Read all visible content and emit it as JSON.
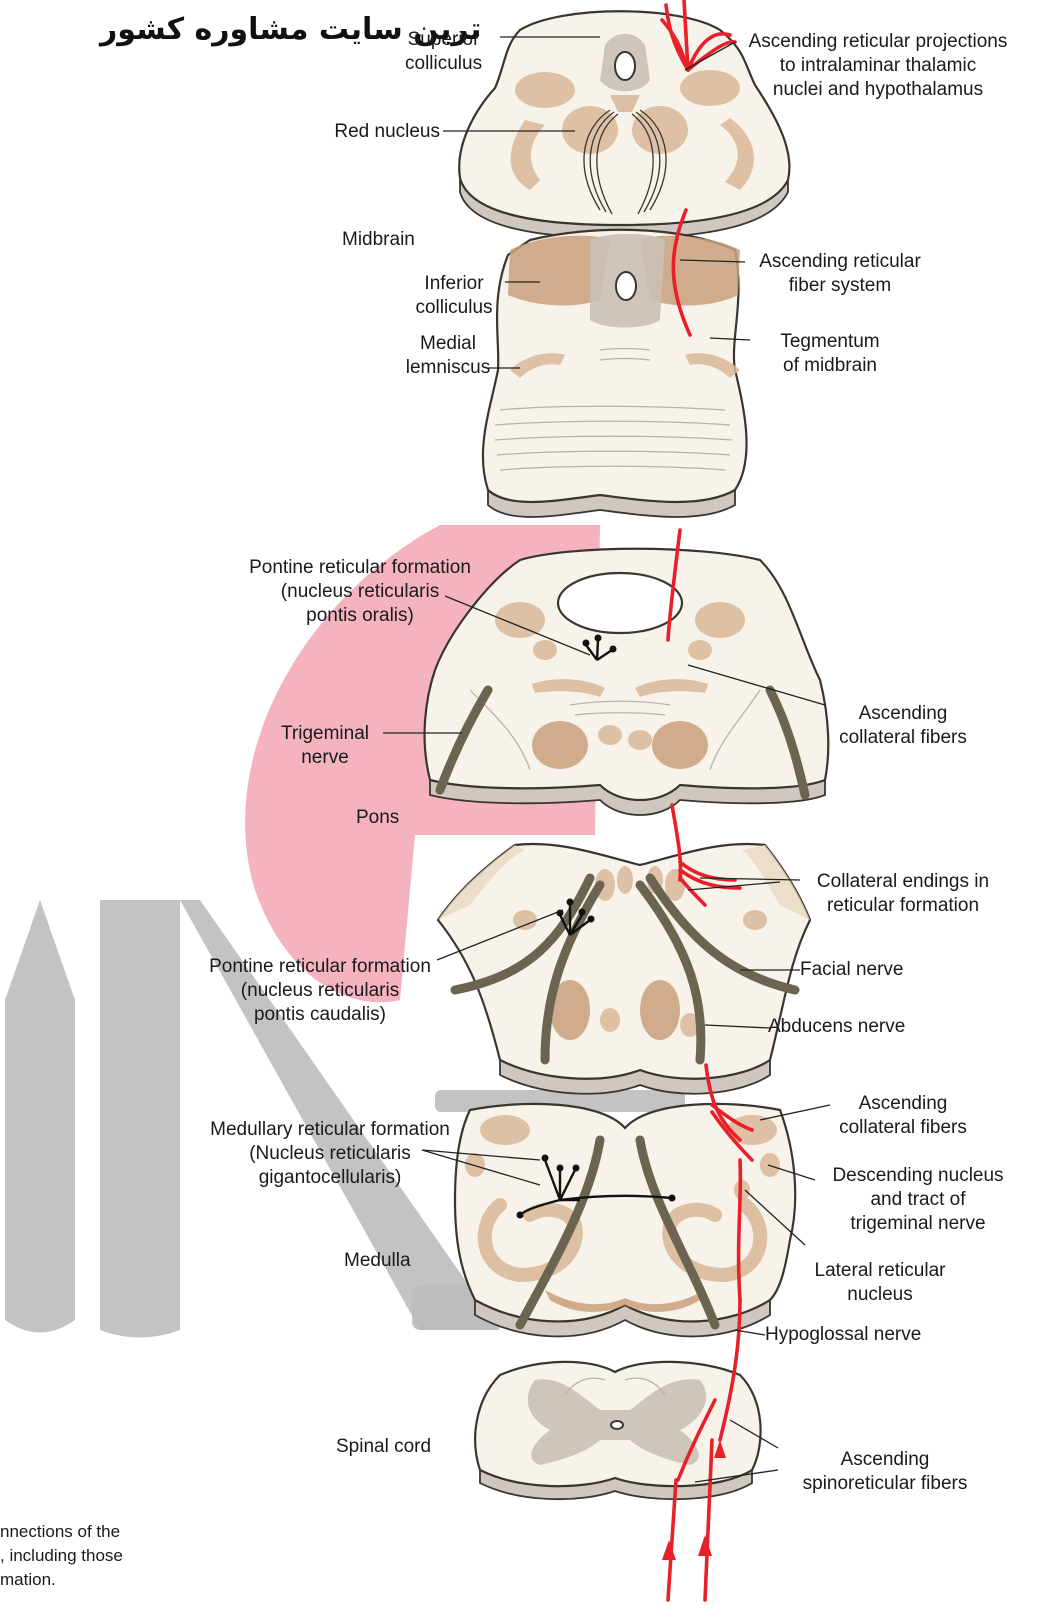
{
  "watermark": {
    "title_text": "ترین سایت مشاوره کشور",
    "logo_color": "#f2a6b4",
    "logo_gray": "#bdbdbd"
  },
  "colors": {
    "fiber_red": "#e8202a",
    "tissue_fill": "#f7f2ea",
    "nucleus_tan": "#d9b999",
    "nucleus_dark": "#c9a07c",
    "gray_matter": "#c9c0b6",
    "nerve_fill": "#f3ecd0"
  },
  "labels": {
    "superior_colliculus": "Superior\ncolliculus",
    "ascending_projections": "Ascending reticular projections\nto intralaminar thalamic\nnuclei and hypothalamus",
    "red_nucleus": "Red nucleus",
    "midbrain": "Midbrain",
    "inferior_colliculus": "Inferior\ncolliculus",
    "ascending_fiber_system": "Ascending reticular\nfiber system",
    "medial_lemniscus": "Medial\nlemniscus",
    "tegmentum": "Tegmentum\nof midbrain",
    "pontine_oralis": "Pontine reticular formation\n(nucleus reticularis\npontis oralis)",
    "trigeminal_nerve": "Trigeminal\nnerve",
    "ascending_collateral_1": "Ascending\ncollateral fibers",
    "pons": "Pons",
    "collateral_endings": "Collateral endings in\nreticular formation",
    "pontine_caudalis": "Pontine reticular formation\n(nucleus reticularis\npontis caudalis)",
    "facial_nerve": "Facial nerve",
    "abducens_nerve": "Abducens nerve",
    "medullary_formation": "Medullary reticular formation\n(Nucleus reticularis\ngigantocellularis)",
    "ascending_collateral_2": "Ascending\ncollateral fibers",
    "descending_nucleus": "Descending nucleus\nand tract of\ntrigeminal nerve",
    "medulla": "Medulla",
    "lateral_reticular": "Lateral reticular\nnucleus",
    "hypoglossal_nerve": "Hypoglossal nerve",
    "spinal_cord": "Spinal cord",
    "spinoreticular": "Ascending\nspinoreticular fibers"
  },
  "caption": "nnections of the\n, including those\nmation."
}
